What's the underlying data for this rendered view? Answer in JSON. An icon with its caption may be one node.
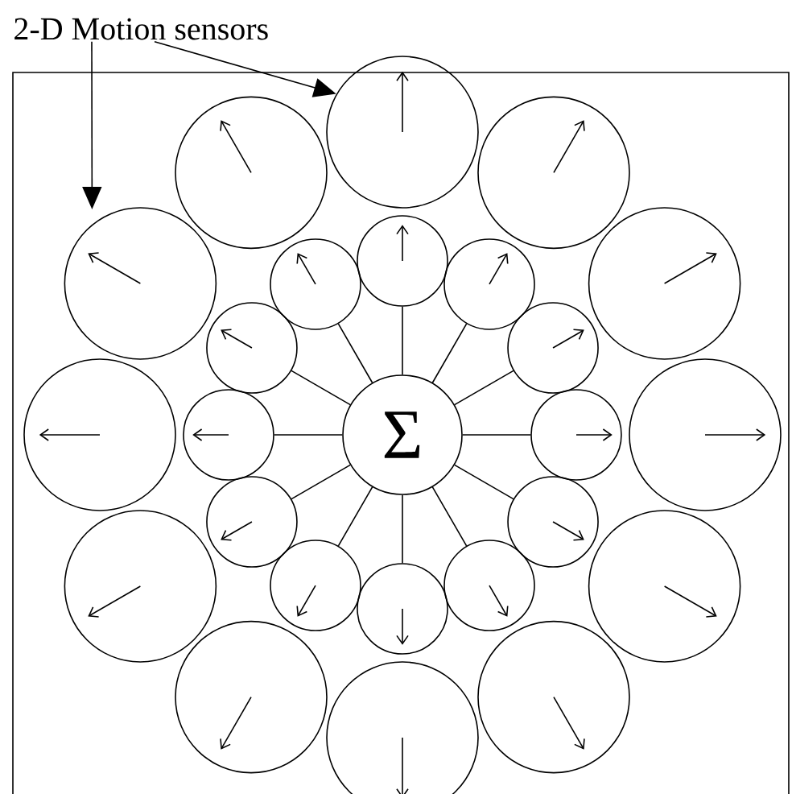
{
  "diagram": {
    "nodes": [
      {
        "text": [
          "2-D Motion sensors"
        ]
      },
      {
        "text": [
          "Σ"
        ]
      },
      {
        "text": [],
        "shape": "circle"
      },
      {
        "text": [],
        "shape": "circle"
      },
      {
        "text": [],
        "shape": "circle"
      },
      {
        "text": [],
        "shape": "circle"
      },
      {
        "text": [],
        "shape": "circle"
      },
      {
        "text": [],
        "shape": "circle"
      },
      {
        "text": [],
        "shape": "circle"
      },
      {
        "text": [],
        "shape": "circle"
      },
      {
        "text": [],
        "shape": "circle"
      },
      {
        "text": [],
        "shape": "circle"
      },
      {
        "text": [],
        "shape": "circle"
      },
      {
        "text": [],
        "shape": "circle"
      },
      {
        "text": [],
        "shape": "circle"
      },
      {
        "text": [],
        "shape": "circle"
      },
      {
        "text": [],
        "shape": "circle"
      },
      {
        "text": [],
        "shape": "circle"
      },
      {
        "text": [],
        "shape": "circle"
      },
      {
        "text": [],
        "shape": "circle"
      },
      {
        "text": [],
        "shape": "circle"
      },
      {
        "text": [],
        "shape": "circle"
      },
      {
        "text": [],
        "shape": "circle"
      },
      {
        "text": [],
        "shape": "circle"
      },
      {
        "text": [],
        "shape": "circle"
      },
      {
        "text": [],
        "shape": "circle"
      }
    ],
    "edges": [
      {
        "from": 0,
        "to": 6,
        "arrow": "to"
      },
      {
        "from": 0,
        "to": 2,
        "arrow": "to"
      },
      {
        "from": 1,
        "to": 5,
        "arrow": "none"
      },
      {
        "from": 1,
        "to": 7,
        "arrow": "none"
      },
      {
        "from": 1,
        "to": 8,
        "arrow": "none"
      },
      {
        "from": 1,
        "to": 10,
        "arrow": "none"
      },
      {
        "from": 1,
        "to": 11,
        "arrow": "none"
      },
      {
        "from": 1,
        "to": 13,
        "arrow": "none"
      },
      {
        "from": 1,
        "to": 14,
        "arrow": "none"
      },
      {
        "from": 1,
        "to": 16,
        "arrow": "none"
      },
      {
        "from": 1,
        "to": 17,
        "arrow": "none"
      },
      {
        "from": 1,
        "to": 19,
        "arrow": "none"
      },
      {
        "from": 1,
        "to": 20,
        "arrow": "none"
      },
      {
        "from": 1,
        "to": 22,
        "arrow": "none"
      }
    ]
  }
}
